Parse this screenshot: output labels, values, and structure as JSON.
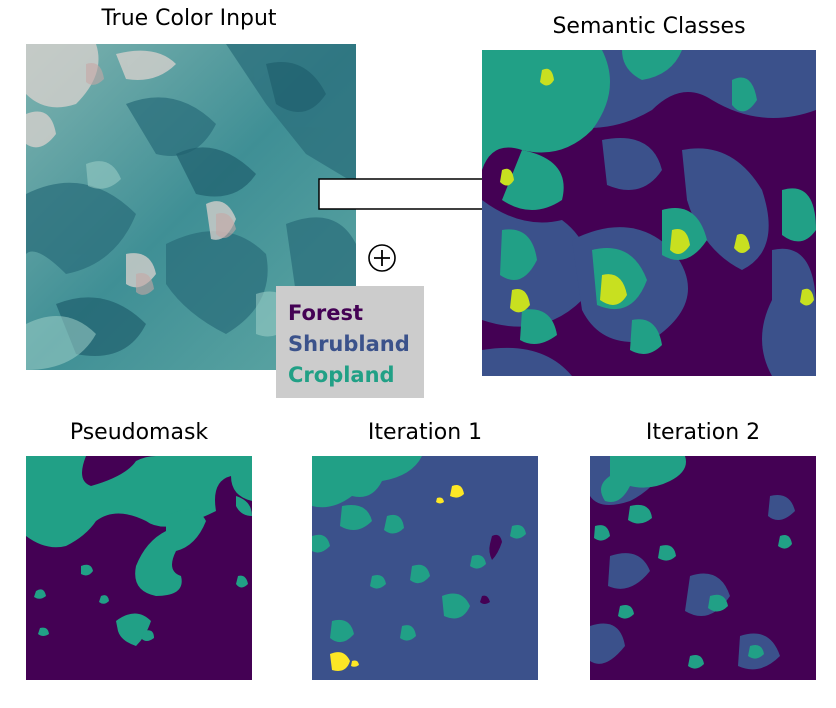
{
  "titles": {
    "input": "True Color Input",
    "semantic": "Semantic Classes",
    "pseudomask": "Pseudomask",
    "iteration1": "Iteration 1",
    "iteration2": "Iteration 2"
  },
  "legend": {
    "items": [
      {
        "label": "Forest",
        "color": "#440154"
      },
      {
        "label": "Shrubland",
        "color": "#3b528b"
      },
      {
        "label": "Cropland",
        "color": "#21a086"
      }
    ]
  },
  "colors": {
    "forest": "#440154",
    "shrubland": "#3b518b",
    "cropland": "#21a086",
    "extra": "#5ec962",
    "highlight": "#c8e020",
    "yellow": "#fde725"
  },
  "icons": {
    "plus": "circled-plus-icon",
    "arrow": "right-arrow-icon"
  }
}
